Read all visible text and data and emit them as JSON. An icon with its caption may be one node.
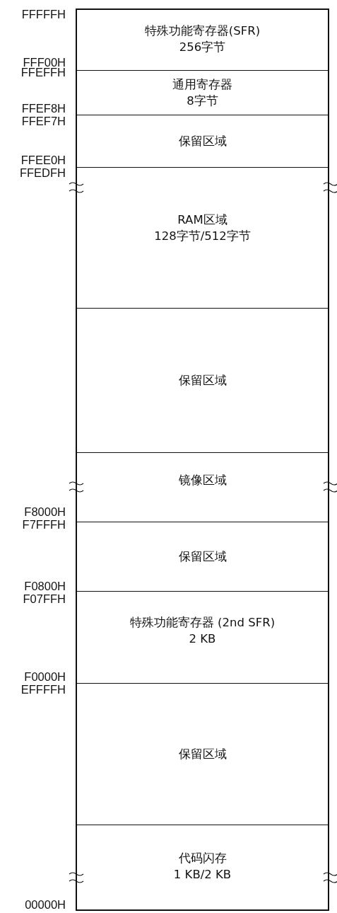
{
  "diagram": {
    "nodes": [
      {
        "text": [
          "特殊功能寄存器(SFR)",
          "256字节"
        ]
      },
      {
        "text": [
          "通用寄存器",
          "8字节"
        ]
      },
      {
        "text": [
          "保留区域"
        ]
      },
      {
        "text": [
          "RAM区域",
          "128字节/512字节"
        ]
      },
      {
        "text": [
          "保留区域"
        ]
      },
      {
        "text": [
          "镜像区域"
        ]
      },
      {
        "text": [
          "保留区域"
        ]
      },
      {
        "text": [
          "特殊功能寄存器 (2nd SFR)",
          "2 KB"
        ]
      },
      {
        "text": [
          "保留区域"
        ]
      },
      {
        "text": [
          "代码闪存",
          "1 KB/2 KB"
        ]
      }
    ],
    "labels": [
      "FFFFFH",
      "FFF00H",
      "FFEFFH",
      "FFEF8H",
      "FFEF7H",
      "FFEE0H",
      "FFEDFH",
      "F8000H",
      "F7FFFH",
      "F0800H",
      "F07FFH",
      "F0000H",
      "EFFFFH",
      "00000H"
    ]
  }
}
